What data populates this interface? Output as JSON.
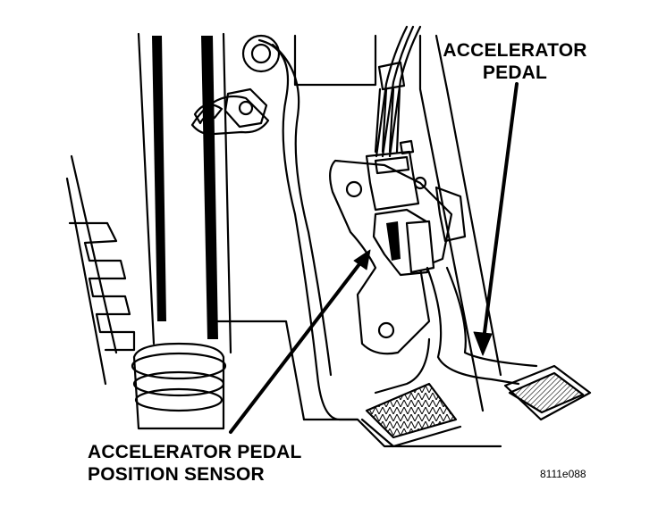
{
  "callouts": {
    "pedal": {
      "line1": "ACCELERATOR",
      "line2": "PEDAL"
    },
    "sensor": {
      "line1": "ACCELERATOR PEDAL",
      "line2": "POSITION SENSOR"
    }
  },
  "figure_id": "8111e088",
  "colors": {
    "ink": "#000000",
    "paper": "#ffffff",
    "shade": "#9a9a9a"
  }
}
